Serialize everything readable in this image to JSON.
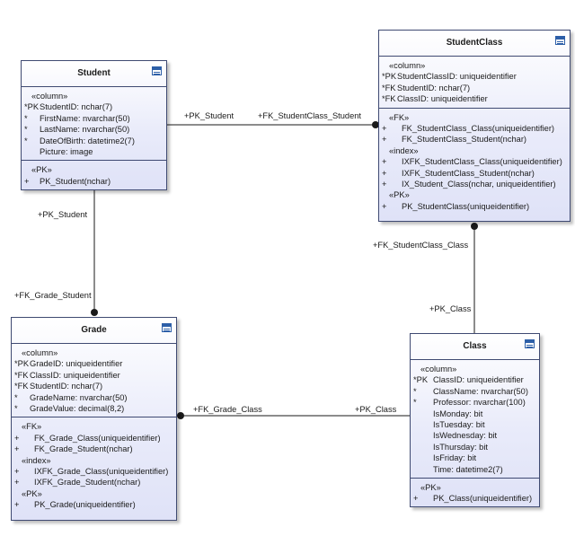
{
  "entities": {
    "student": {
      "title": "Student",
      "columns_stereotype": "«column»",
      "columns": [
        {
          "marker": "*PK",
          "text": "StudentID: nchar(7)"
        },
        {
          "marker": "*",
          "text": "FirstName: nvarchar(50)"
        },
        {
          "marker": "*",
          "text": "LastName: nvarchar(50)"
        },
        {
          "marker": "*",
          "text": "DateOfBirth: datetime2(7)"
        },
        {
          "marker": "",
          "text": "Picture: image"
        }
      ],
      "pk_stereotype": "«PK»",
      "pk": [
        {
          "marker": "+",
          "text": "PK_Student(nchar)"
        }
      ]
    },
    "studentclass": {
      "title": "StudentClass",
      "columns_stereotype": "«column»",
      "columns": [
        {
          "marker": "*PK",
          "text": "StudentClassID: uniqueidentifier"
        },
        {
          "marker": "*FK",
          "text": "StudentID: nchar(7)"
        },
        {
          "marker": "*FK",
          "text": "ClassID: uniqueidentifier"
        }
      ],
      "fk_stereotype": "«FK»",
      "fk": [
        {
          "marker": "+",
          "text": "FK_StudentClass_Class(uniqueidentifier)"
        },
        {
          "marker": "+",
          "text": "FK_StudentClass_Student(nchar)"
        }
      ],
      "index_stereotype": "«index»",
      "index": [
        {
          "marker": "+",
          "text": "IXFK_StudentClass_Class(uniqueidentifier)"
        },
        {
          "marker": "+",
          "text": "IXFK_StudentClass_Student(nchar)"
        },
        {
          "marker": "+",
          "text": "IX_Student_Class(nchar, uniqueidentifier)"
        }
      ],
      "pk_stereotype": "«PK»",
      "pk": [
        {
          "marker": "+",
          "text": "PK_StudentClass(uniqueidentifier)"
        }
      ]
    },
    "grade": {
      "title": "Grade",
      "columns_stereotype": "«column»",
      "columns": [
        {
          "marker": "*PK",
          "text": "GradeID: uniqueidentifier"
        },
        {
          "marker": "*FK",
          "text": "ClassID: uniqueidentifier"
        },
        {
          "marker": "*FK",
          "text": "StudentID: nchar(7)"
        },
        {
          "marker": "*",
          "text": "GradeName: nvarchar(50)"
        },
        {
          "marker": "*",
          "text": "GradeValue: decimal(8,2)"
        }
      ],
      "fk_stereotype": "«FK»",
      "fk": [
        {
          "marker": "+",
          "text": "FK_Grade_Class(uniqueidentifier)"
        },
        {
          "marker": "+",
          "text": "FK_Grade_Student(nchar)"
        }
      ],
      "index_stereotype": "«index»",
      "index": [
        {
          "marker": "+",
          "text": "IXFK_Grade_Class(uniqueidentifier)"
        },
        {
          "marker": "+",
          "text": "IXFK_Grade_Student(nchar)"
        }
      ],
      "pk_stereotype": "«PK»",
      "pk": [
        {
          "marker": "+",
          "text": "PK_Grade(uniqueidentifier)"
        }
      ]
    },
    "class": {
      "title": "Class",
      "columns_stereotype": "«column»",
      "columns": [
        {
          "marker": "*PK",
          "text": "ClassID: uniqueidentifier"
        },
        {
          "marker": "*",
          "text": "ClassName: nvarchar(50)"
        },
        {
          "marker": "*",
          "text": "Professor: nvarchar(100)"
        },
        {
          "marker": "",
          "text": "IsMonday: bit"
        },
        {
          "marker": "",
          "text": "IsTuesday: bit"
        },
        {
          "marker": "",
          "text": "IsWednesday: bit"
        },
        {
          "marker": "",
          "text": "IsThursday: bit"
        },
        {
          "marker": "",
          "text": "IsFriday: bit"
        },
        {
          "marker": "",
          "text": "Time: datetime2(7)"
        }
      ],
      "pk_stereotype": "«PK»",
      "pk": [
        {
          "marker": "+",
          "text": "PK_Class(uniqueidentifier)"
        }
      ]
    }
  },
  "connector_labels": {
    "pk_student_1": "+PK_Student",
    "fk_studentclass_student": "+FK_StudentClass_Student",
    "pk_student_2": "+PK_Student",
    "fk_grade_student": "+FK_Grade_Student",
    "fk_studentclass_class": "+FK_StudentClass_Class",
    "pk_class_1": "+PK_Class",
    "fk_grade_class": "+FK_Grade_Class",
    "pk_class_2": "+PK_Class"
  },
  "colors": {
    "entity_border": "#3f4a72",
    "entity_fill": "#e9ebfa",
    "connector": "#1a1a1a",
    "icon": "#2d5fa8"
  }
}
